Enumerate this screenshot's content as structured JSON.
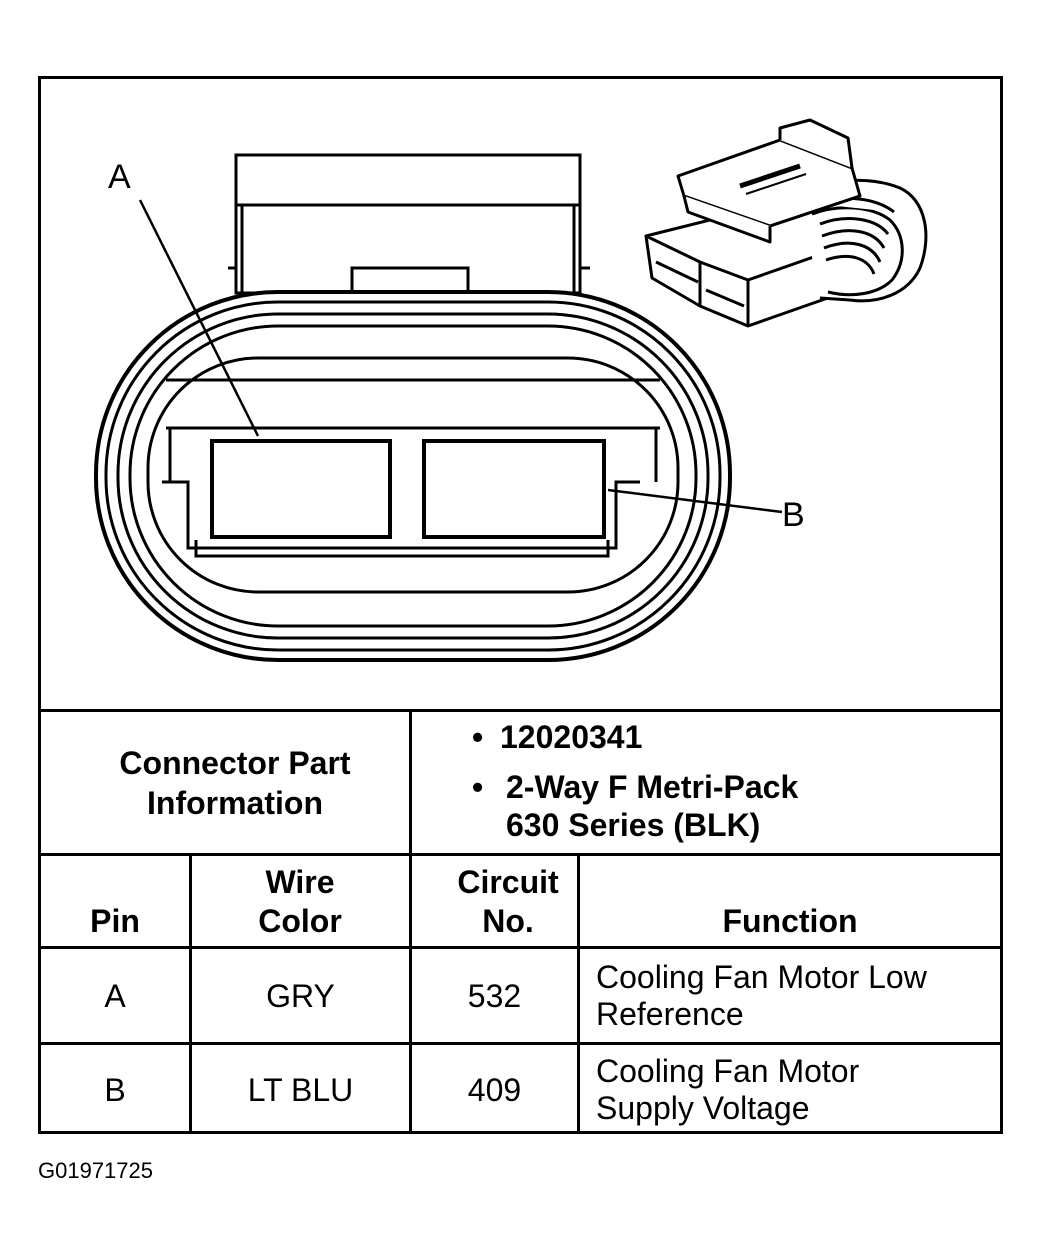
{
  "drawing": {
    "pin_labels": [
      "A",
      "B"
    ]
  },
  "part_info": {
    "header": "Connector Part Information",
    "bullets": [
      "12020341",
      "2-Way F Metri-Pack 630 Series (BLK)"
    ]
  },
  "table": {
    "headers": {
      "pin": "Pin",
      "wire_color": "Wire Color",
      "circuit_no": "Circuit No.",
      "function": "Function"
    },
    "rows": [
      {
        "pin": "A",
        "wire_color": "GRY",
        "circuit_no": "532",
        "function": "Cooling Fan Motor Low Reference"
      },
      {
        "pin": "B",
        "wire_color": "LT BLU",
        "circuit_no": "409",
        "function": "Cooling Fan Motor Supply Voltage"
      }
    ]
  },
  "figure_id": "G01971725"
}
